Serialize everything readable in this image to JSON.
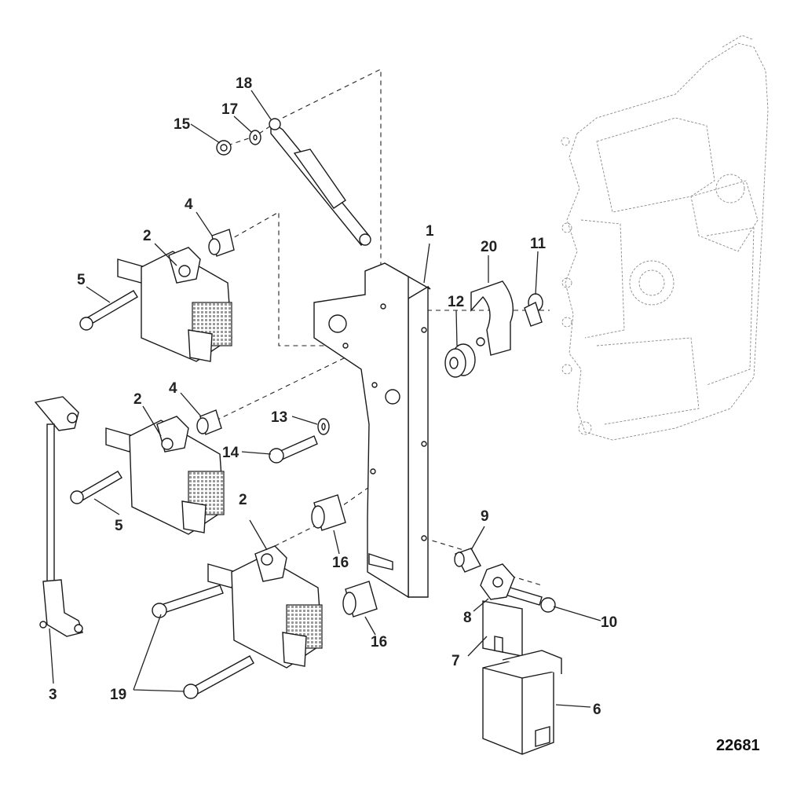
{
  "diagram": {
    "figure_number": "22681",
    "callouts": [
      {
        "id": "c1",
        "label": "1"
      },
      {
        "id": "c2a",
        "label": "2"
      },
      {
        "id": "c2b",
        "label": "2"
      },
      {
        "id": "c2c",
        "label": "2"
      },
      {
        "id": "c3",
        "label": "3"
      },
      {
        "id": "c4a",
        "label": "4"
      },
      {
        "id": "c4b",
        "label": "4"
      },
      {
        "id": "c5a",
        "label": "5"
      },
      {
        "id": "c5b",
        "label": "5"
      },
      {
        "id": "c6",
        "label": "6"
      },
      {
        "id": "c7",
        "label": "7"
      },
      {
        "id": "c8",
        "label": "8"
      },
      {
        "id": "c9",
        "label": "9"
      },
      {
        "id": "c10",
        "label": "10"
      },
      {
        "id": "c11",
        "label": "11"
      },
      {
        "id": "c12",
        "label": "12"
      },
      {
        "id": "c13",
        "label": "13"
      },
      {
        "id": "c14",
        "label": "14"
      },
      {
        "id": "c15",
        "label": "15"
      },
      {
        "id": "c16a",
        "label": "16"
      },
      {
        "id": "c16b",
        "label": "16"
      },
      {
        "id": "c17",
        "label": "17"
      },
      {
        "id": "c18",
        "label": "18"
      },
      {
        "id": "c19",
        "label": "19"
      },
      {
        "id": "c20",
        "label": "20"
      }
    ]
  }
}
